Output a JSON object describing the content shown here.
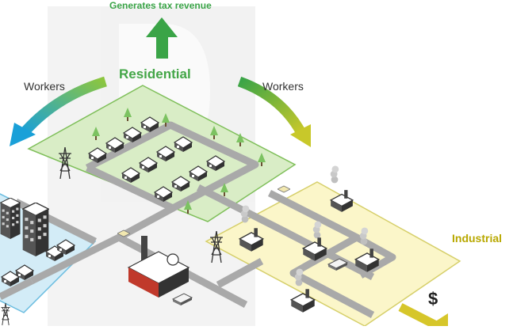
{
  "labels": {
    "tax_revenue": "Generates tax revenue",
    "residential": "Residential",
    "workers_left": "Workers",
    "workers_right": "Workers",
    "industrial": "Industrial",
    "money_symbol": "$"
  },
  "colors": {
    "residential_zone": "#d9edc6",
    "residential_border": "#7fbf5a",
    "industrial_zone": "#fbf6c9",
    "industrial_border": "#d6cf6a",
    "commercial_zone": "#d3ecf7",
    "commercial_border": "#6bbde0",
    "road": "#a9a9a9",
    "arrow_tax": "#3aa447",
    "arrow_left_start": "#8cc63f",
    "arrow_left_end": "#1aa0d8",
    "arrow_right_start": "#3aa447",
    "arrow_right_end": "#c8c82a",
    "arrow_money": "#d6c62a",
    "watermark": "#e6e6e6",
    "tree": "#7cc261",
    "building_roof": "#ffffff",
    "building_wall": "#4a4a4a"
  },
  "icons": [
    "house-icon",
    "tree-icon",
    "power-pylon-icon",
    "factory-icon",
    "apartment-tower-icon",
    "truck-icon",
    "car-icon",
    "smoke-icon"
  ]
}
